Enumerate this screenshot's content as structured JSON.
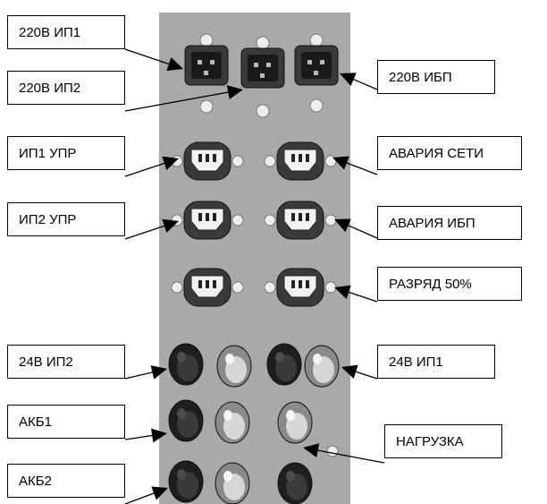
{
  "labels": {
    "l220_ip1": "220В ИП1",
    "l220_ip2": "220В ИП2",
    "l220_ibp": "220В ИБП",
    "ip1_upr": "ИП1 УПР",
    "avaria_seti": "АВАРИЯ СЕТИ",
    "ip2_upr": "ИП2 УПР",
    "avaria_ibp": "АВАРИЯ ИБП",
    "razryad": "РАЗРЯД 50%",
    "v24_ip2": "24В ИП2",
    "v24_ip1": "24В ИП1",
    "akb1": "АКБ1",
    "nagruzka": "НАГРУЗКА",
    "akb2": "АКБ2"
  },
  "colors": {
    "panel": "#a9a9a9",
    "connector": "#3a3a3a",
    "screw": "#eeeeee",
    "led_dark": "#1e1e1e",
    "led_light": "#d6d6d6"
  }
}
